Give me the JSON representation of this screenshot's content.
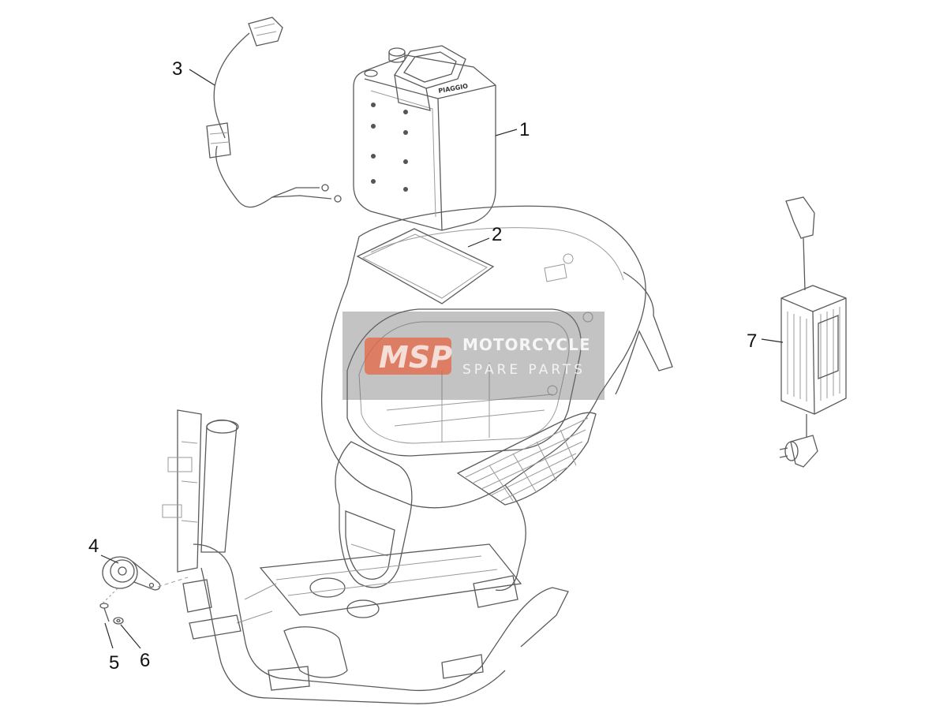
{
  "callouts": [
    {
      "id": "1",
      "label": "1"
    },
    {
      "id": "2",
      "label": "2"
    },
    {
      "id": "3",
      "label": "3"
    },
    {
      "id": "4",
      "label": "4"
    },
    {
      "id": "5",
      "label": "5"
    },
    {
      "id": "6",
      "label": "6"
    },
    {
      "id": "7",
      "label": "7"
    }
  ],
  "battery": {
    "brand_text": "PIAGGIO"
  },
  "watermark": {
    "logo": "MSP",
    "title": "MOTORCYCLE",
    "subtitle": "SPARE PARTS",
    "accent_color": "#e8603c",
    "box_color": "#6f6f6f"
  },
  "colors": {
    "line": "#5a5a5a",
    "fill": "#f7f7f7",
    "background": "#ffffff"
  }
}
